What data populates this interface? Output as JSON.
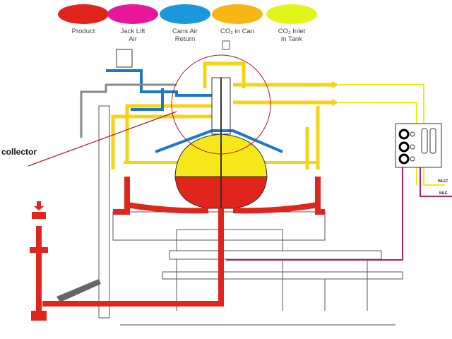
{
  "legend": [
    {
      "line1": "Product",
      "line2": "",
      "color": "#e0261c"
    },
    {
      "line1": "Jack Lift",
      "line2": "Air",
      "color": "#e8169a"
    },
    {
      "line1": "Cans Air",
      "line2": "Return",
      "color": "#1b98dc"
    },
    {
      "line1": "CO₂ in Can",
      "line2": "",
      "color": "#f8b514"
    },
    {
      "line1": "CO₂ Inlet",
      "line2": "in Tank",
      "color": "#e2f51a"
    }
  ],
  "callout": {
    "label": "collector"
  },
  "panel": {
    "inlet_1": "INLET",
    "inlet_2": "INLE"
  },
  "colors": {
    "product": "#e0261c",
    "jack_air": "#b0206c",
    "cans_air": "#1b78c8",
    "co2_can": "#f8d214",
    "co2_tank": "#f4e81a",
    "callout": "#b01818"
  }
}
